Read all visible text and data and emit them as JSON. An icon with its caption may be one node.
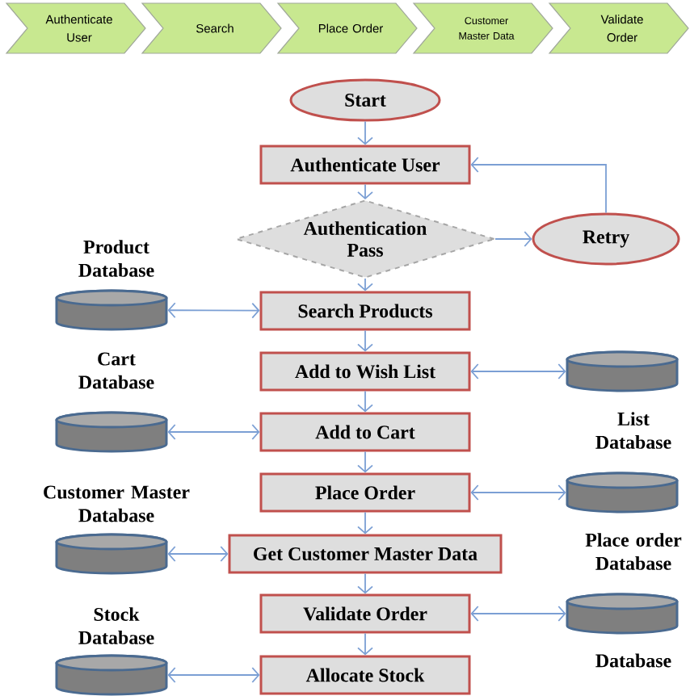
{
  "diagram": {
    "nodes": [
      {
        "text": [
          "Authenticate User"
        ]
      },
      {
        "text": [
          "Search"
        ]
      },
      {
        "text": [
          "Place Order"
        ]
      },
      {
        "text": [
          "Customer Master Data"
        ]
      },
      {
        "text": [
          "Validate Order"
        ]
      },
      {
        "text": [
          "Start"
        ]
      },
      {
        "text": [
          "Authenticate User"
        ]
      },
      {
        "text": [
          "Authentication Pass"
        ]
      },
      {
        "text": [
          "Retry"
        ]
      },
      {
        "text": [
          "Product Database"
        ]
      },
      {
        "text": [
          "Search Products"
        ]
      },
      {
        "text": [
          "Add to Wish List"
        ]
      },
      {
        "text": [
          "List Database"
        ]
      },
      {
        "text": [
          "Cart Database"
        ]
      },
      {
        "text": [
          "Add to Cart"
        ]
      },
      {
        "text": [
          "Place Order"
        ]
      },
      {
        "text": [
          "Place order Database"
        ]
      },
      {
        "text": [
          "Customer Master Database"
        ]
      },
      {
        "text": [
          "Get Customer Master Data"
        ]
      },
      {
        "text": [
          "Validate Order"
        ]
      },
      {
        "text": [
          "Database"
        ]
      },
      {
        "text": [
          "Stock Database"
        ]
      },
      {
        "text": [
          "Allocate Stock"
        ]
      }
    ],
    "edges": [
      {
        "from": 5,
        "to": 6,
        "arrow": "to"
      },
      {
        "from": 6,
        "to": 7,
        "arrow": "to"
      },
      {
        "from": 7,
        "to": 8,
        "arrow": "to"
      },
      {
        "from": 8,
        "to": 6,
        "arrow": "to"
      },
      {
        "from": 7,
        "to": 10,
        "arrow": "to"
      },
      {
        "from": 9,
        "to": 10,
        "arrow": "both"
      },
      {
        "from": 10,
        "to": 11,
        "arrow": "to"
      },
      {
        "from": 11,
        "to": 12,
        "arrow": "both"
      },
      {
        "from": 11,
        "to": 14,
        "arrow": "to"
      },
      {
        "from": 13,
        "to": 14,
        "arrow": "both"
      },
      {
        "from": 14,
        "to": 15,
        "arrow": "to"
      },
      {
        "from": 15,
        "to": 16,
        "arrow": "both"
      },
      {
        "from": 15,
        "to": 18,
        "arrow": "to"
      },
      {
        "from": 17,
        "to": 18,
        "arrow": "both"
      },
      {
        "from": 18,
        "to": 19,
        "arrow": "to"
      },
      {
        "from": 19,
        "to": 20,
        "arrow": "both"
      },
      {
        "from": 19,
        "to": 22,
        "arrow": "to"
      },
      {
        "from": 21,
        "to": 22,
        "arrow": "both"
      }
    ]
  }
}
